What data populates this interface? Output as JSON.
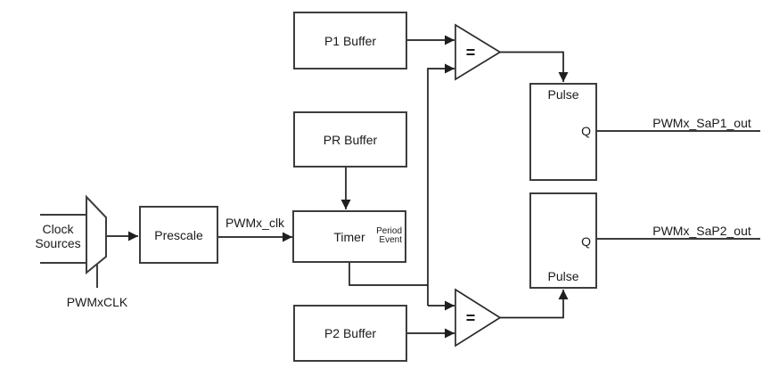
{
  "blocks": {
    "prescale": {
      "label": "Prescale"
    },
    "p1_buffer": {
      "label": "P1 Buffer"
    },
    "pr_buffer": {
      "label": "PR Buffer"
    },
    "timer": {
      "label": "Timer",
      "event_line1": "Period",
      "event_line2": "Event"
    },
    "p2_buffer": {
      "label": "P2 Buffer"
    },
    "pulse1": {
      "label": "Pulse",
      "pin": "Q"
    },
    "pulse2": {
      "label": "Pulse",
      "pin": "Q"
    }
  },
  "comparators": {
    "cmp1": {
      "symbol": "="
    },
    "cmp2": {
      "symbol": "="
    }
  },
  "labels": {
    "clock_line1": "Clock",
    "clock_line2": "Sources",
    "pwmxclk": "PWMxCLK",
    "pwmx_clk": "PWMx_clk",
    "sap1_out": "PWMx_SaP1_out",
    "sap2_out": "PWMx_SaP2_out"
  },
  "colors": {
    "wire": "#1f1f1f",
    "box_border": "#3d3d3d",
    "text": "#1a1a1a",
    "background": "#ffffff"
  }
}
